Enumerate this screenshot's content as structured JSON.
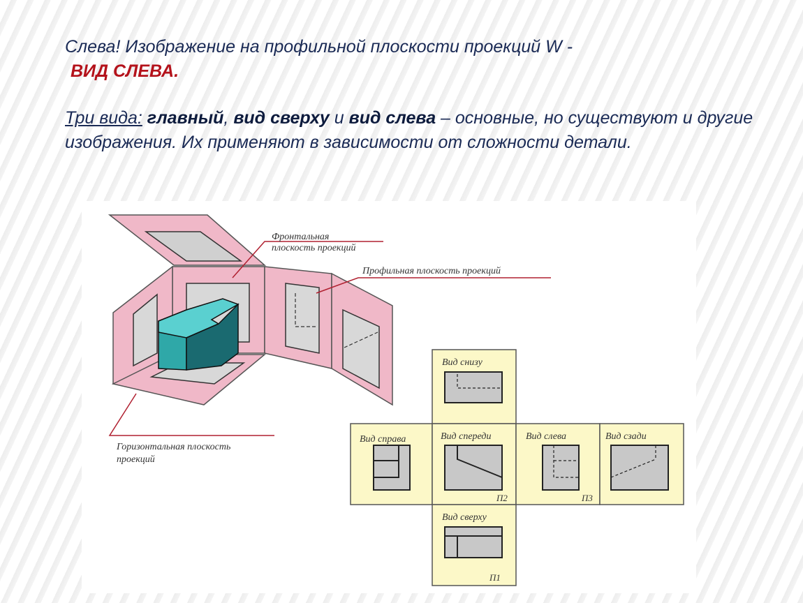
{
  "heading": {
    "line1": "Слева!  Изображение на профильной  плоскости проекций W -",
    "line2": "ВИД СЛЕВА."
  },
  "paragraph": {
    "lead": "Три вида:",
    "space1": " ",
    "term_main": "главный",
    "sep1": ", ",
    "term_top": "вид сверху",
    "sep2": " и ",
    "term_left": "вид слева",
    "rest": "  – основные, но существуют и другие изображения. Их применяют в зависимости от сложности детали."
  },
  "figure": {
    "labels": {
      "frontal_plane_l1": "Фронтальная",
      "frontal_plane_l2": "плоскость проекций",
      "profile_plane": "Профильная плоскость проекций",
      "horizontal_plane_l1": "Горизонтальная плоскость",
      "horizontal_plane_l2": "проекций"
    },
    "views": {
      "bottom": "Вид снизу",
      "right": "Вид справа",
      "front": "Вид спереди",
      "left": "Вид слева",
      "back": "Вид сзади",
      "top": "Вид сверху"
    },
    "plane_marks": {
      "p2": "П2",
      "p3": "П3",
      "p1": "П1"
    },
    "colors": {
      "plane_pink": "#f0b8c8",
      "view_gray": "#c8c8c8",
      "panel_yellow": "#fcf8c8",
      "object_teal": "#3ab8b8",
      "leader_red": "#b02030"
    }
  }
}
